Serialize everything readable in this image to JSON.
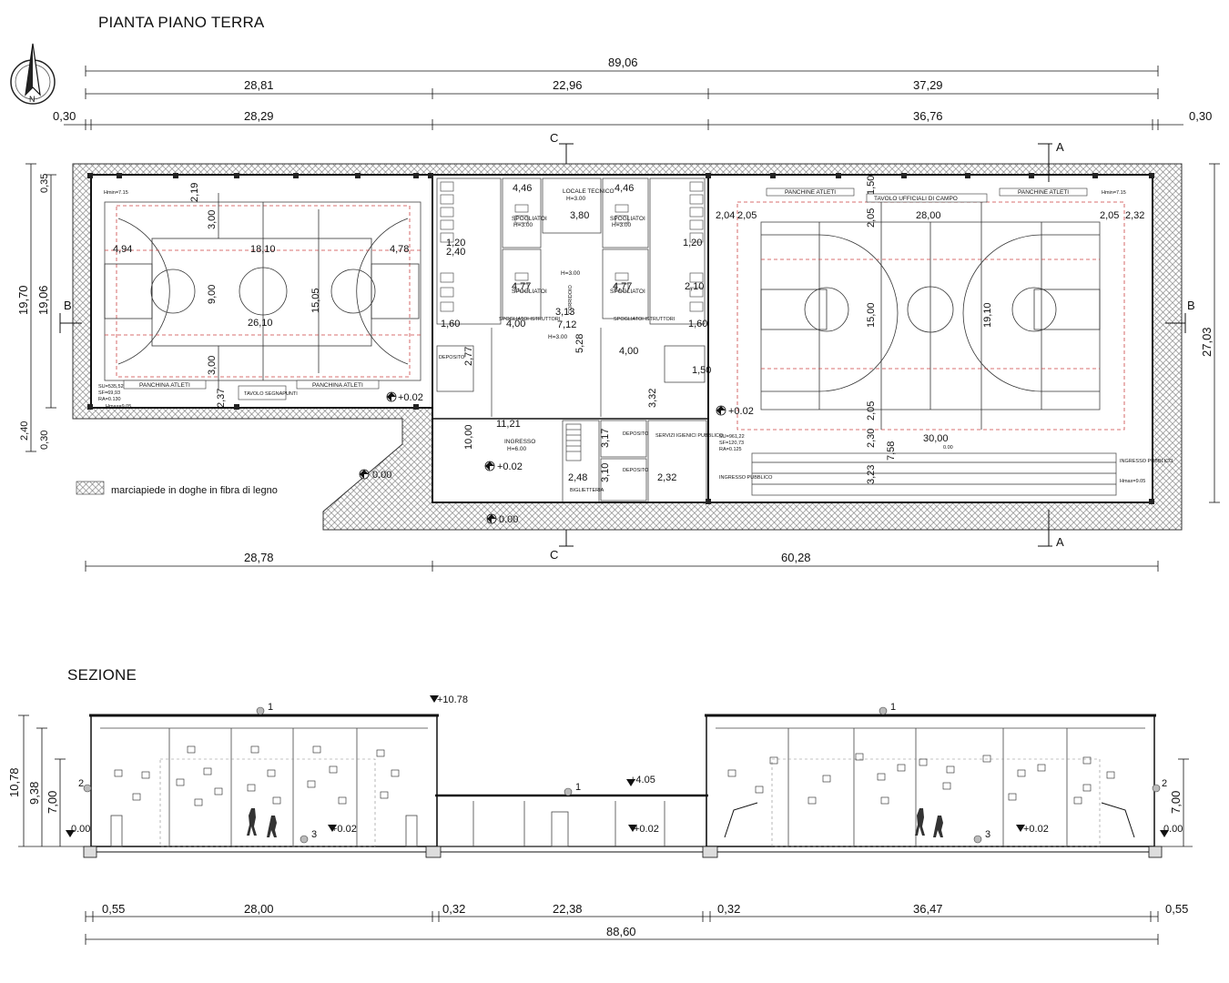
{
  "titles": {
    "plan": "PIANTA PIANO TERRA",
    "section": "SEZIONE"
  },
  "north_label": "N",
  "icons": {
    "north_arrow": "north-arrow-icon",
    "hatch": "hatch-swatch-icon"
  },
  "plan": {
    "top_dims": {
      "total": "89,06",
      "left": "28,81",
      "center": "22,96",
      "right": "37,29",
      "edge_left": "0,30",
      "court_left": "28,29",
      "court_right": "36,76",
      "edge_right": "0,30"
    },
    "bottom_dims": {
      "left": "28,78",
      "right": "60,28"
    },
    "left_dims": {
      "outer": "19,70",
      "inner": "19,06",
      "top": "0,35",
      "bottom": "2,40",
      "bottom2": "0,30"
    },
    "right_dims": {
      "outer": "27,03"
    },
    "section_marks": {
      "a": "A",
      "b": "B",
      "c": "C"
    },
    "left_court": {
      "d_top": "2,19",
      "d_lane_top": "3,00",
      "d_lane_bottom": "3,00",
      "d_bottom": "2,37",
      "d_center": "9,00",
      "d_height": "15,05",
      "d_left": "4,94",
      "d_mid": "18,10",
      "d_right": "4,78",
      "d_width": "26,10",
      "hmin": "Hmin=7.15",
      "bench": "PANCHINA ATLETI",
      "table": "TAVOLO SEGNAPUNTI",
      "su": "SU=535,52",
      "sf": "SF=69,93",
      "ra": "RA=0.130",
      "hmax": "Hmax=9.05",
      "level": "+0.02"
    },
    "right_court": {
      "bench": "PANCHINE ATLETI",
      "table": "TAVOLO UFFICIALI DI CAMPO",
      "hmin": "Hmin=7.15",
      "d_top": "1,50",
      "d_width": "28,00",
      "d_l1": "2,04",
      "d_l2": "2,05",
      "d_r1": "2,05",
      "d_r2": "2,32",
      "d_t2": "2,05",
      "d_h": "15,00",
      "d_h2": "19,10",
      "d_b": "2,05",
      "d_b2": "2,30",
      "d_w2": "30,00",
      "d_758": "7,58",
      "d_323": "3,23",
      "su": "SU=961,22",
      "sf": "SF=120,73",
      "ra": "RA=0.125",
      "hmax": "Hmax=9.05",
      "public": "INGRESSO PUBBLICO",
      "public2": "INGRESSO PUBBLICO",
      "level": "+0.02",
      "level_small": "0.00"
    },
    "center": {
      "locale_tecnico": "LOCALE TECNICO",
      "lt_h": "H=3.00",
      "spogliatoi": "SPOGLIATOI",
      "spog_h": "H=3.00",
      "corridoio": "CORRIDOIO",
      "corr_h": "H=3.00",
      "ingresso": "INGRESSO",
      "ingresso_h": "H=6.00",
      "deposito": "DEPOSITO",
      "biglietteria": "BIGLIETTERIA",
      "servizi": "SERVIZI IGIENICI PUBBLICO",
      "istruttori": "SPOGLIATOI ISTRUTTORI",
      "d_446a": "4,46",
      "d_446b": "4,46",
      "d_380": "3,80",
      "d_477a": "4,77",
      "d_477b": "4,77",
      "d_240": "2,40",
      "d_120": "1,20",
      "d_210": "2,10",
      "d_400": "4,00",
      "d_712": "7,12",
      "d_528": "5,28",
      "d_313": "3,13",
      "d_1121": "11,21",
      "d_1000": "10,00",
      "d_277": "2,77",
      "d_232": "2,32",
      "d_248": "2,48",
      "d_150": "1,50",
      "d_160": "1,60",
      "d_317": "3,17",
      "d_310": "3,10",
      "d_332": "3,32",
      "level": "+0.02",
      "level_ext": "0.00",
      "level_ext2": "0.00"
    },
    "legend": "marciapiede in doghe in fibra di legno"
  },
  "section": {
    "levels": {
      "top": "+10.78",
      "mid": "+4.05",
      "floor_left": "+0.02",
      "floor_center": "+0.02",
      "floor_right": "+0.02",
      "ground_left": "0.00",
      "ground_right": "0.00"
    },
    "left_dims": {
      "total": "10,78",
      "inner": "9,38",
      "wall": "7,00"
    },
    "right_dims": {
      "wall": "7,00"
    },
    "tags": {
      "t1": "1",
      "t2": "2",
      "t3": "3"
    },
    "bottom_dims": {
      "a": "0,55",
      "b": "28,00",
      "c": "0,32",
      "d": "22,38",
      "e": "0,32",
      "f": "36,47",
      "g": "0,55",
      "total": "88,60"
    }
  }
}
